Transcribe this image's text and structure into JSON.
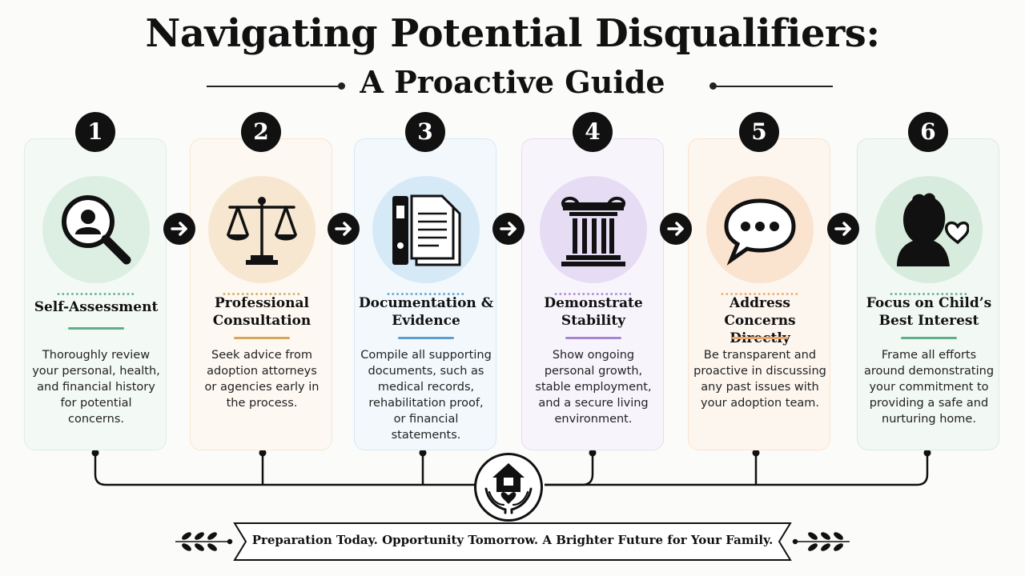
{
  "title": {
    "line1": "Navigating Potential Disqualifiers:",
    "line2": "A Proactive Guide"
  },
  "steps": [
    {
      "number": "1",
      "title_lines": [
        "Self-Assessment"
      ],
      "description_lines": [
        "Thoroughly review",
        "your personal, health,",
        "and financial history",
        "for potential",
        "concerns."
      ],
      "icon": "magnifier-person-icon",
      "accent": "#5fae8a",
      "tint": "#dcefe2",
      "card_bg": "#f3f9f5"
    },
    {
      "number": "2",
      "title_lines": [
        "Professional",
        "Consultation"
      ],
      "description_lines": [
        "Seek advice from",
        "adoption attorneys",
        "or agencies early in",
        "the process."
      ],
      "icon": "scales-of-justice-icon",
      "accent": "#d4a85a",
      "tint": "#f7e7d1",
      "card_bg": "#fdf8f1"
    },
    {
      "number": "3",
      "title_lines": [
        "Documentation &",
        "Evidence"
      ],
      "description_lines": [
        "Compile all supporting",
        "documents, such as",
        "medical records,",
        "rehabilitation proof,",
        "or financial",
        "statements."
      ],
      "icon": "binder-documents-icon",
      "accent": "#5c9fcf",
      "tint": "#d6e9f6",
      "card_bg": "#f2f8fc"
    },
    {
      "number": "4",
      "title_lines": [
        "Demonstrate",
        "Stability"
      ],
      "description_lines": [
        "Show ongoing",
        "personal growth,",
        "stable employment,",
        "and a secure living",
        "environment."
      ],
      "icon": "pillar-icon",
      "accent": "#a487d0",
      "tint": "#e6dcf3",
      "card_bg": "#f8f4fc"
    },
    {
      "number": "5",
      "title_lines": [
        "Address Concerns",
        "Directly"
      ],
      "description_lines": [
        "Be transparent and",
        "proactive in discussing",
        "any past issues with",
        "your adoption team."
      ],
      "icon": "speech-bubble-icon",
      "accent": "#eba66c",
      "tint": "#fae3cf",
      "card_bg": "#fdf6ef"
    },
    {
      "number": "6",
      "title_lines": [
        "Focus on Child’s",
        "Best Interest"
      ],
      "description_lines": [
        "Frame all efforts",
        "around demonstrating",
        "your commitment to",
        "providing a safe and",
        "nurturing home."
      ],
      "icon": "child-heart-icon",
      "accent": "#5fae8a",
      "tint": "#d8ecdd",
      "card_bg": "#f2f8f4"
    }
  ],
  "hub_icon": "home-in-hands-icon",
  "footer": {
    "banner": "Preparation Today. Opportunity Tomorrow. A Brighter Future for Your Family."
  },
  "colors": {
    "text": "#111111",
    "background": "#fbfbf9"
  }
}
